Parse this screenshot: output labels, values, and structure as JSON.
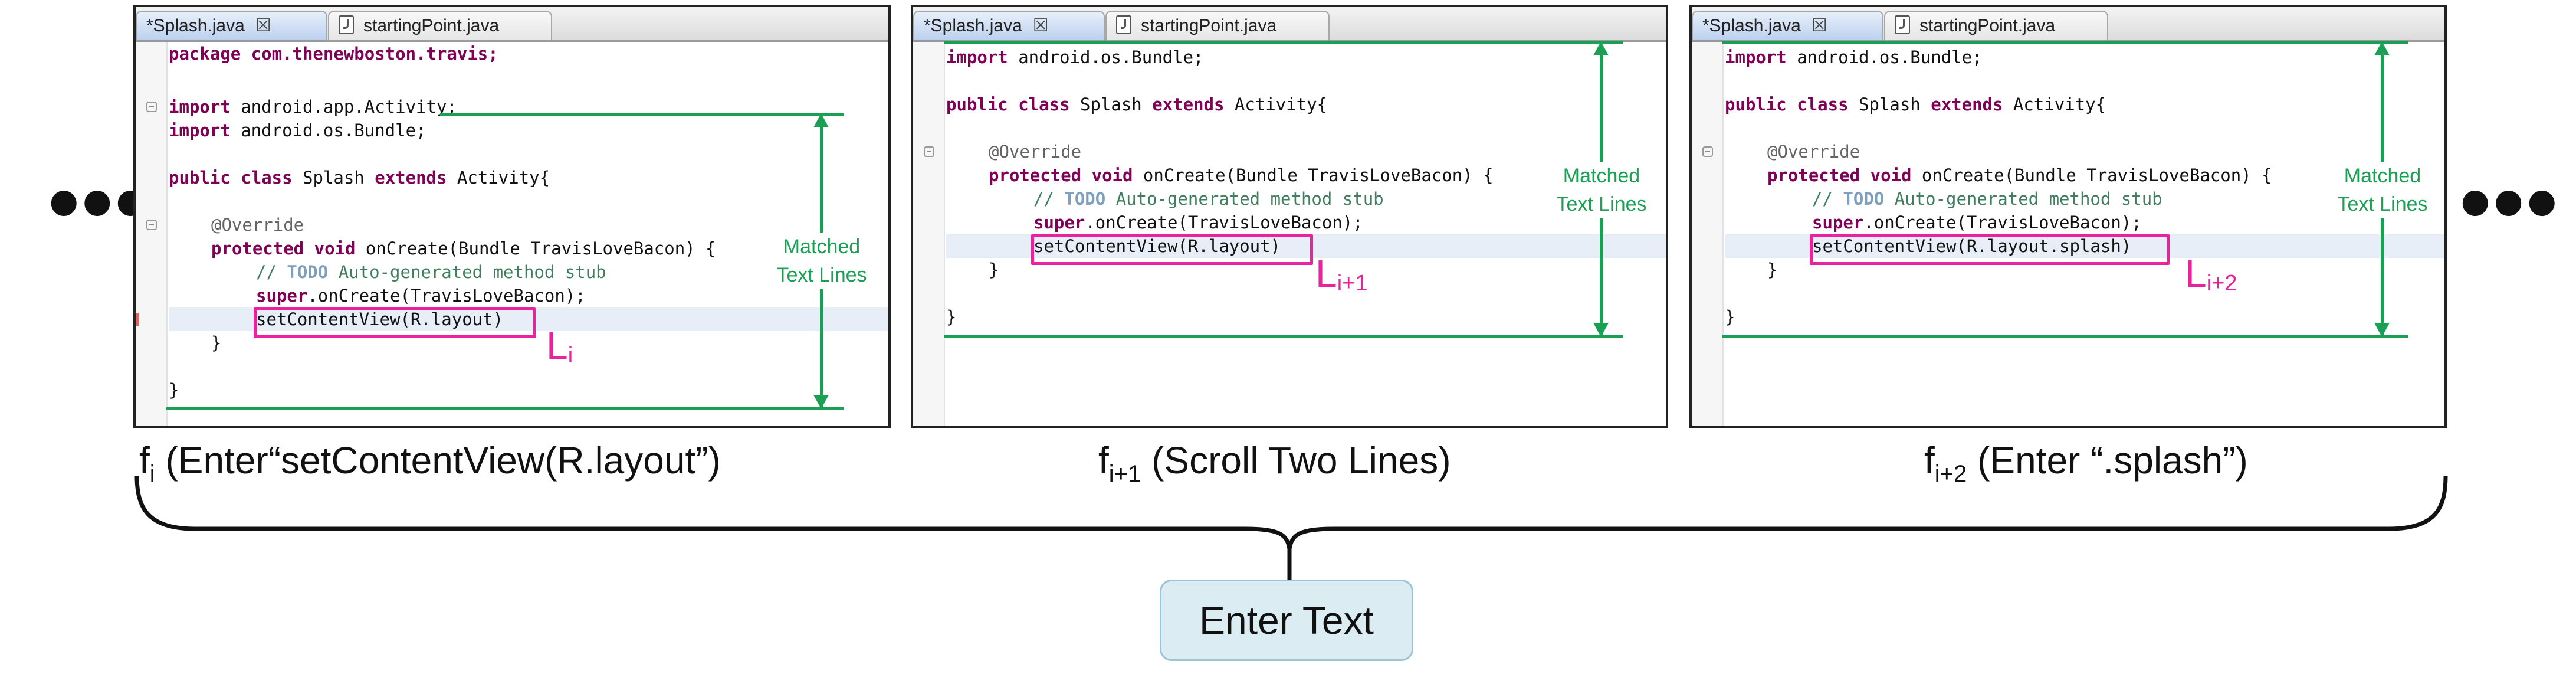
{
  "ellipsis_left": "•••",
  "ellipsis_right": "•••",
  "tabs": {
    "active": "*Splash.java",
    "inactive": "startingPoint.java",
    "close_glyph": "☒"
  },
  "code": {
    "package": "package com.thenewboston.travis;",
    "import_kw": "import",
    "import_activity": " android.app.Activity;",
    "import_bundle": " android.os.Bundle;",
    "class_decl_kw1": "public",
    "class_decl_kw2": "class",
    "class_decl_mid": " Splash ",
    "class_decl_kw3": "extends",
    "class_decl_end": " Activity{",
    "override": "@Override",
    "method_kw1": "protected",
    "method_kw2": "void",
    "method_rest": " onCreate(Bundle TravisLoveBacon) {",
    "comment_prefix": "// ",
    "todo": "TODO",
    "comment_rest": " Auto-generated method stub",
    "super_kw": "super",
    "super_rest": ".onCreate(TravisLoveBacon);",
    "line_i": "setContentView(R.layout)",
    "line_i1": "setContentView(R.layout)",
    "line_i2": "setContentView(R.layout.splash)",
    "close_inner": "}",
    "close_outer": "}"
  },
  "labels": {
    "L_i": {
      "base": "L",
      "sub": "i"
    },
    "L_i1": {
      "base": "L",
      "sub": "i+1"
    },
    "L_i2": {
      "base": "L",
      "sub": "i+2"
    },
    "matched_line1": "Matched",
    "matched_line2": "Text Lines"
  },
  "captions": {
    "f_i": {
      "base": "f",
      "sub": "i",
      "rest": " (Enter“setContentView(R.layout”)"
    },
    "f_i1": {
      "base": "f",
      "sub": "i+1",
      "rest": " (Scroll Two Lines)"
    },
    "f_i2": {
      "base": "f",
      "sub": "i+2",
      "rest": " (Enter  “.splash”)"
    }
  },
  "enter_text": "Enter Text",
  "colors": {
    "highlight": "#e8239d",
    "matched": "#1aa055",
    "box_fill": "#dcecf3"
  }
}
